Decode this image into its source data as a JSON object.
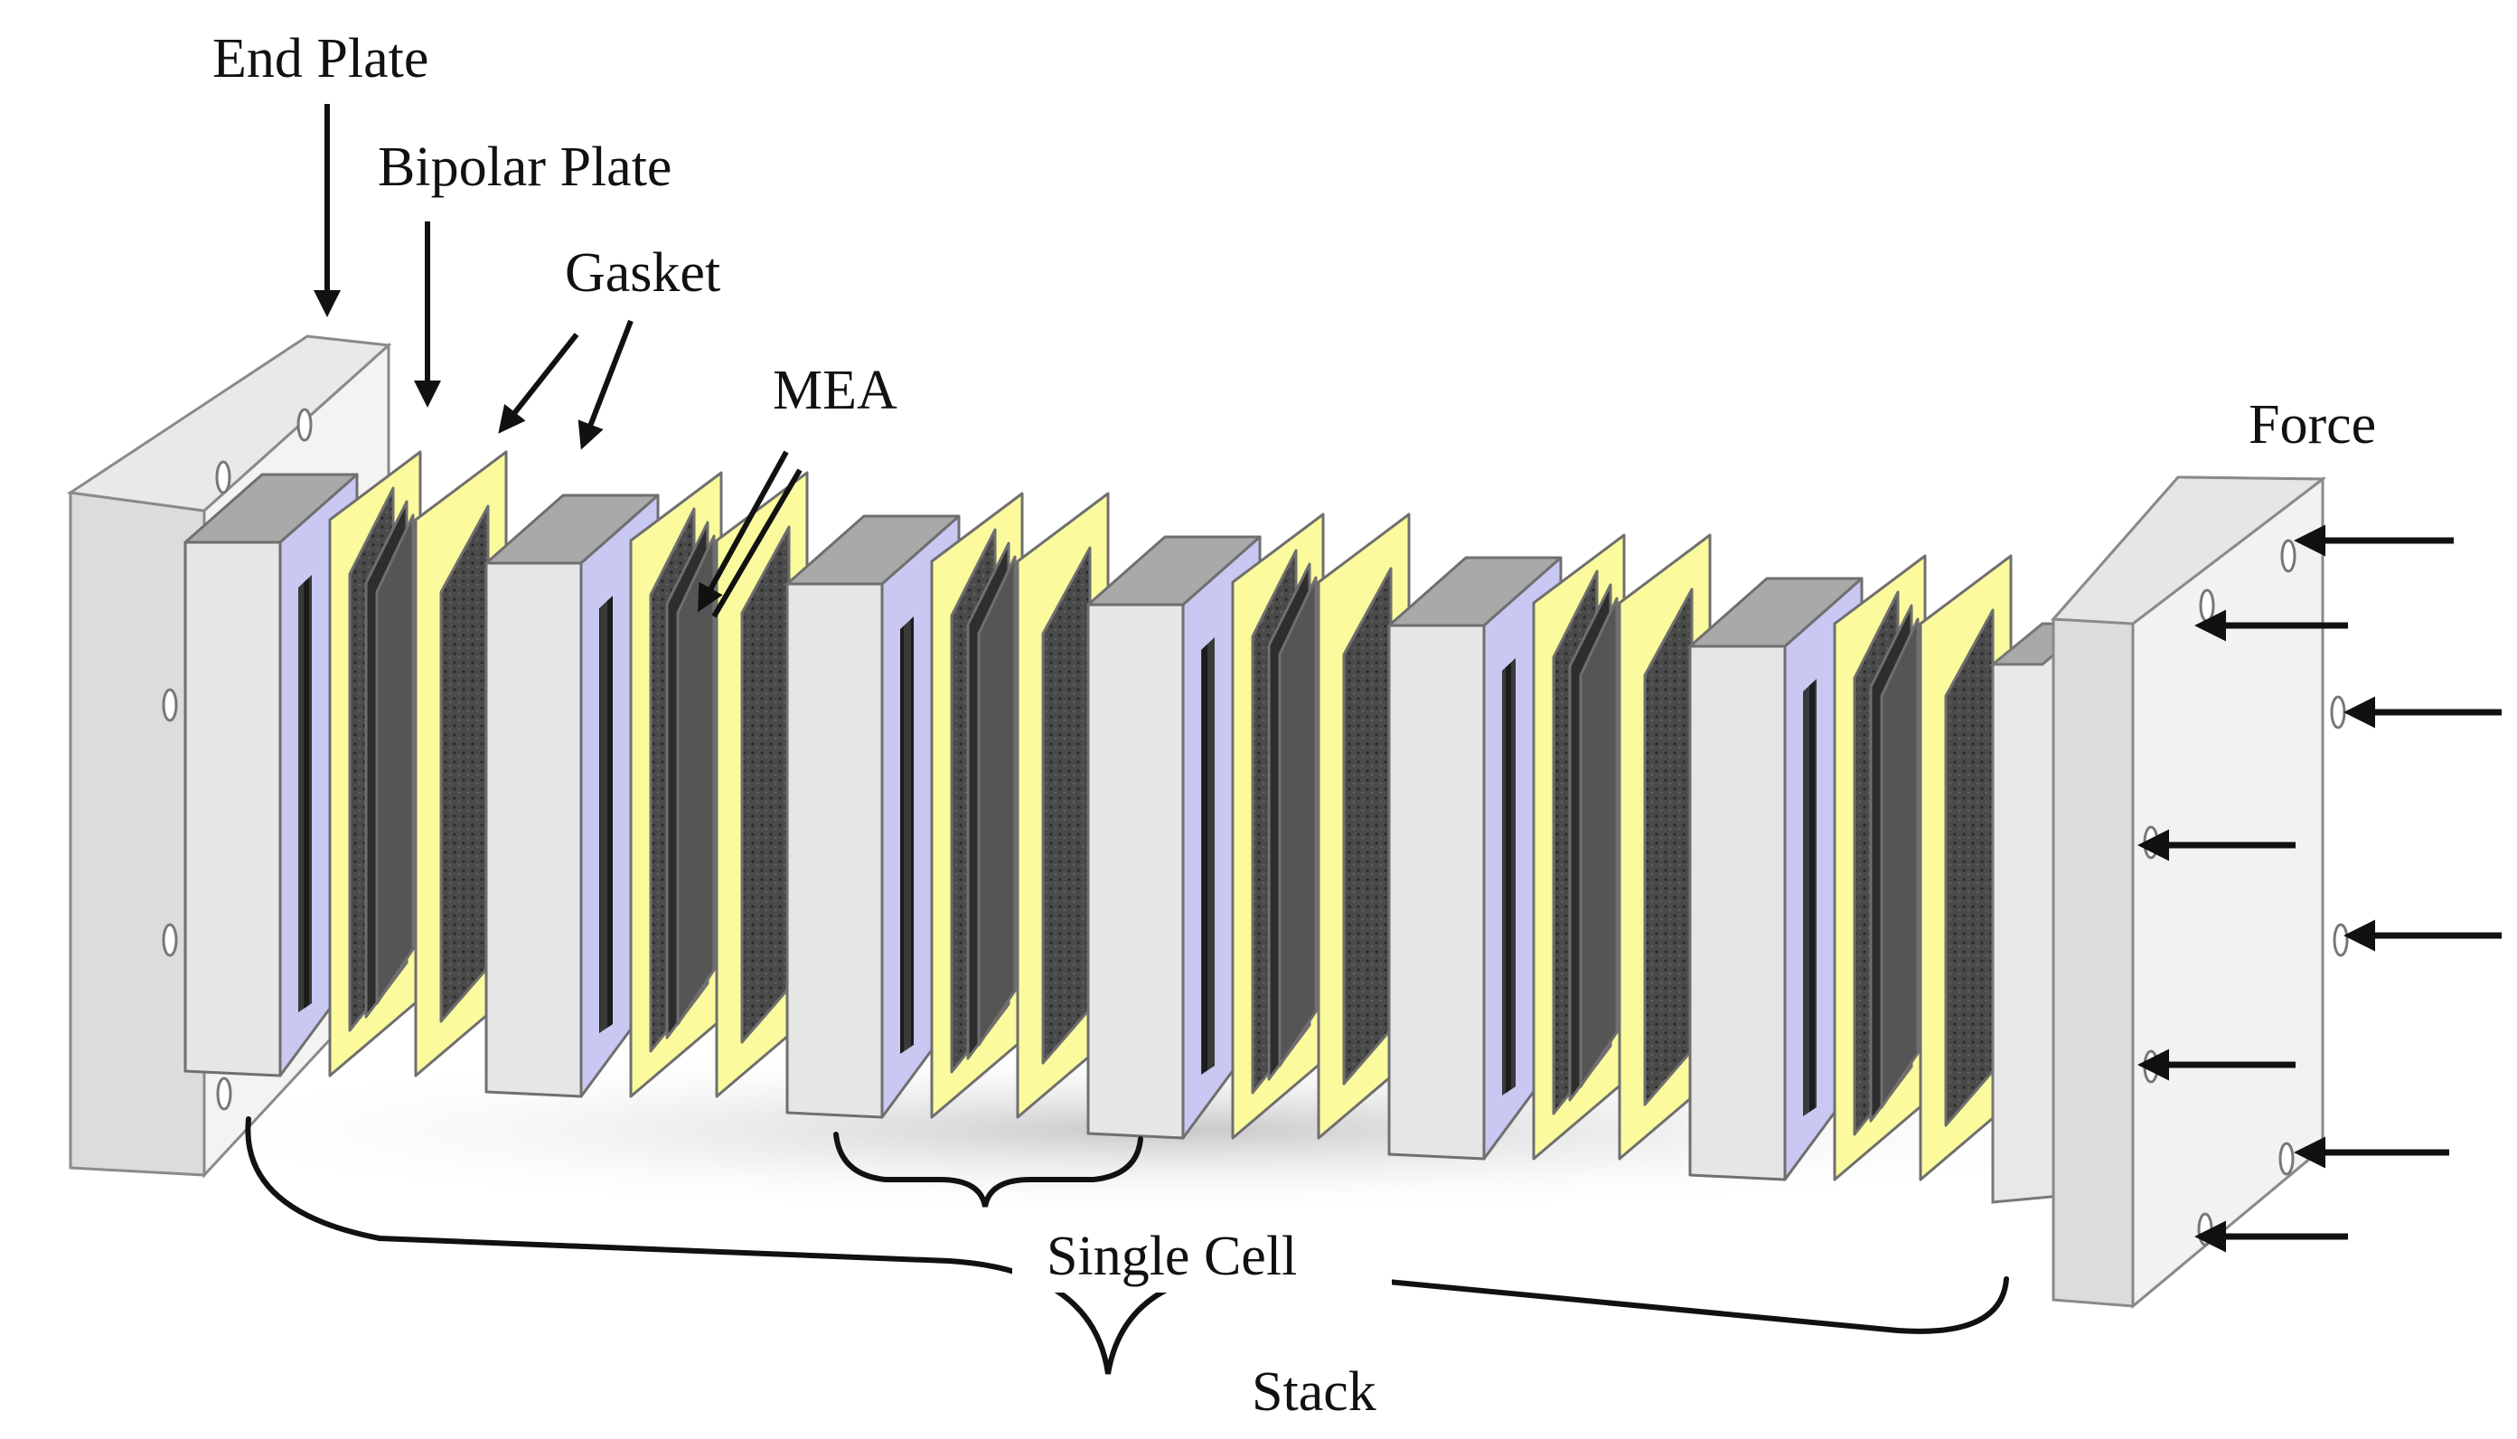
{
  "labels": {
    "end_plate": "End Plate",
    "bipolar_plate": "Bipolar Plate",
    "gasket": "Gasket",
    "mea": "MEA",
    "force": "Force",
    "single_cell": "Single Cell",
    "stack": "Stack"
  },
  "colors": {
    "end_plate_face": "#f1f1f1",
    "end_plate_side": "#d9d9d9",
    "bipolar_front": "#e6e6e6",
    "bipolar_top": "#a9a9a9",
    "bipolar_side": "#c8c8f2",
    "gasket": "#fbfb9e",
    "mea_dark": "#2e2e2e",
    "mea_mid": "#555555",
    "arrow": "#111111"
  }
}
